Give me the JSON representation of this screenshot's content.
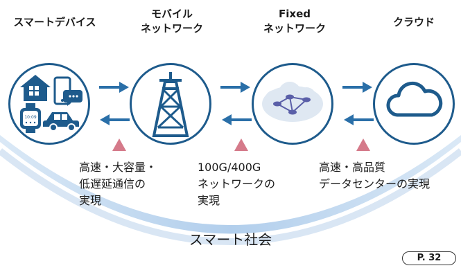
{
  "columns": [
    {
      "title": "スマートデバイス"
    },
    {
      "title": "モバイル\nネットワーク"
    },
    {
      "title": "Fixed\nネットワーク"
    },
    {
      "title": "クラウド"
    }
  ],
  "captions": [
    "高速・大容量・\n低遅延通信の\n実現",
    "100G/400G\nネットワークの\n実現",
    "高速・高品質\nデータセンターの実現"
  ],
  "watch_time": "10:09",
  "bottom_title": "スマート社会",
  "page_label": "P. 32",
  "icons": {
    "devices": [
      "house-icon",
      "smartphone-icon",
      "chat-bubble-icon",
      "smartwatch-icon",
      "car-icon"
    ],
    "mobile": "cell-tower-icon",
    "fixed": "network-cloud-icon",
    "cloud": "cloud-icon",
    "arrows": [
      "arrow-right-icon",
      "arrow-left-icon"
    ]
  },
  "colors": {
    "node_border": "#1e5b8c",
    "arc": "#9fc3e6",
    "arrow": "#2a6fa8",
    "marker": "#c8687a"
  }
}
